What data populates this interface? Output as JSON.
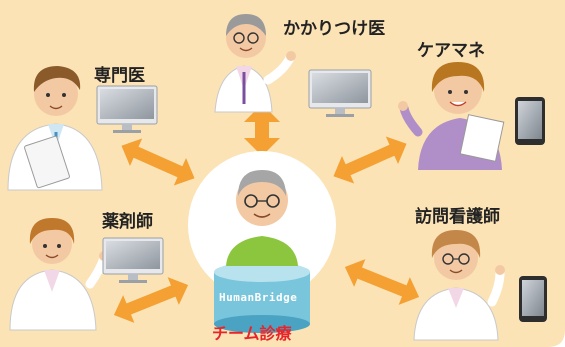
{
  "labels": {
    "family_doctor": "かかりつけ医",
    "specialist": "専門医",
    "care_manager": "ケアマネ",
    "pharmacist": "薬剤師",
    "visiting_nurse": "訪問看護師"
  },
  "center": {
    "brand": "HumanBridge",
    "caption": "チーム診療"
  },
  "colors": {
    "background": "#fbe3b6",
    "arrow": "#f4a032",
    "caption": "#e8242b",
    "platform": "#79c5dc"
  },
  "icons": [
    "monitor-icon",
    "tablet-icon",
    "document-icon",
    "double-arrow-icon"
  ]
}
